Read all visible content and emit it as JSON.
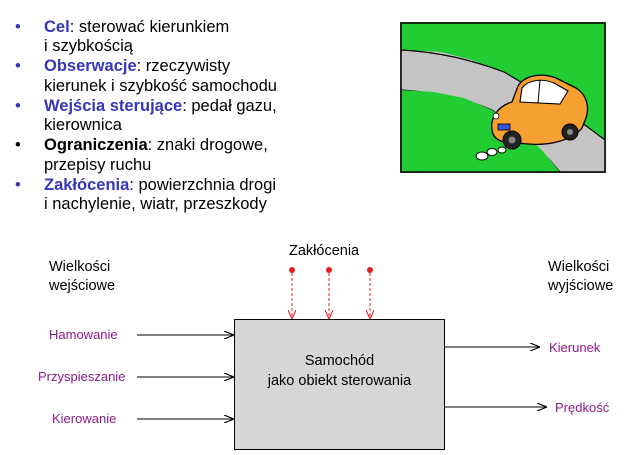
{
  "bullets": [
    {
      "term": "Cel",
      "rest": ": sterować kierunkiem",
      "cont": " i szybkością",
      "style": "blue"
    },
    {
      "term": "Obserwacje",
      "rest": ": rzeczywisty",
      "cont": "kierunek i szybkość samochodu",
      "style": "blue"
    },
    {
      "term": "Wejścia sterujące",
      "rest": ": pedał gazu,",
      "cont": "kierownica",
      "style": "blue"
    },
    {
      "term": "Ograniczenia",
      "rest": ": znaki drogowe,",
      "cont": "przepisy ruchu",
      "style": "black"
    },
    {
      "term": "Zakłócenia",
      "rest": ": powierzchnia drogi",
      "cont": "i nachylenie, wiatr, przeszkody",
      "style": "blue"
    }
  ],
  "diagram": {
    "disturbance_label": "Zakłócenia",
    "inputs_header_line1": "Wielkości",
    "inputs_header_line2": "wejściowe",
    "outputs_header_line1": "Wielkości",
    "outputs_header_line2": "wyjściowe",
    "inputs": [
      "Hamowanie",
      "Przyspieszanie",
      "Kierowanie"
    ],
    "outputs": [
      "Kierunek",
      "Prędkość"
    ],
    "plant_line1": "Samochód",
    "plant_line2": "jako obiekt sterowania"
  },
  "colors": {
    "accent_blue": "#3636b8",
    "label_purple": "#8b1a8b",
    "disturbance_red": "#e02020",
    "road_green": "#22cc33",
    "car_orange": "#f5a030"
  }
}
